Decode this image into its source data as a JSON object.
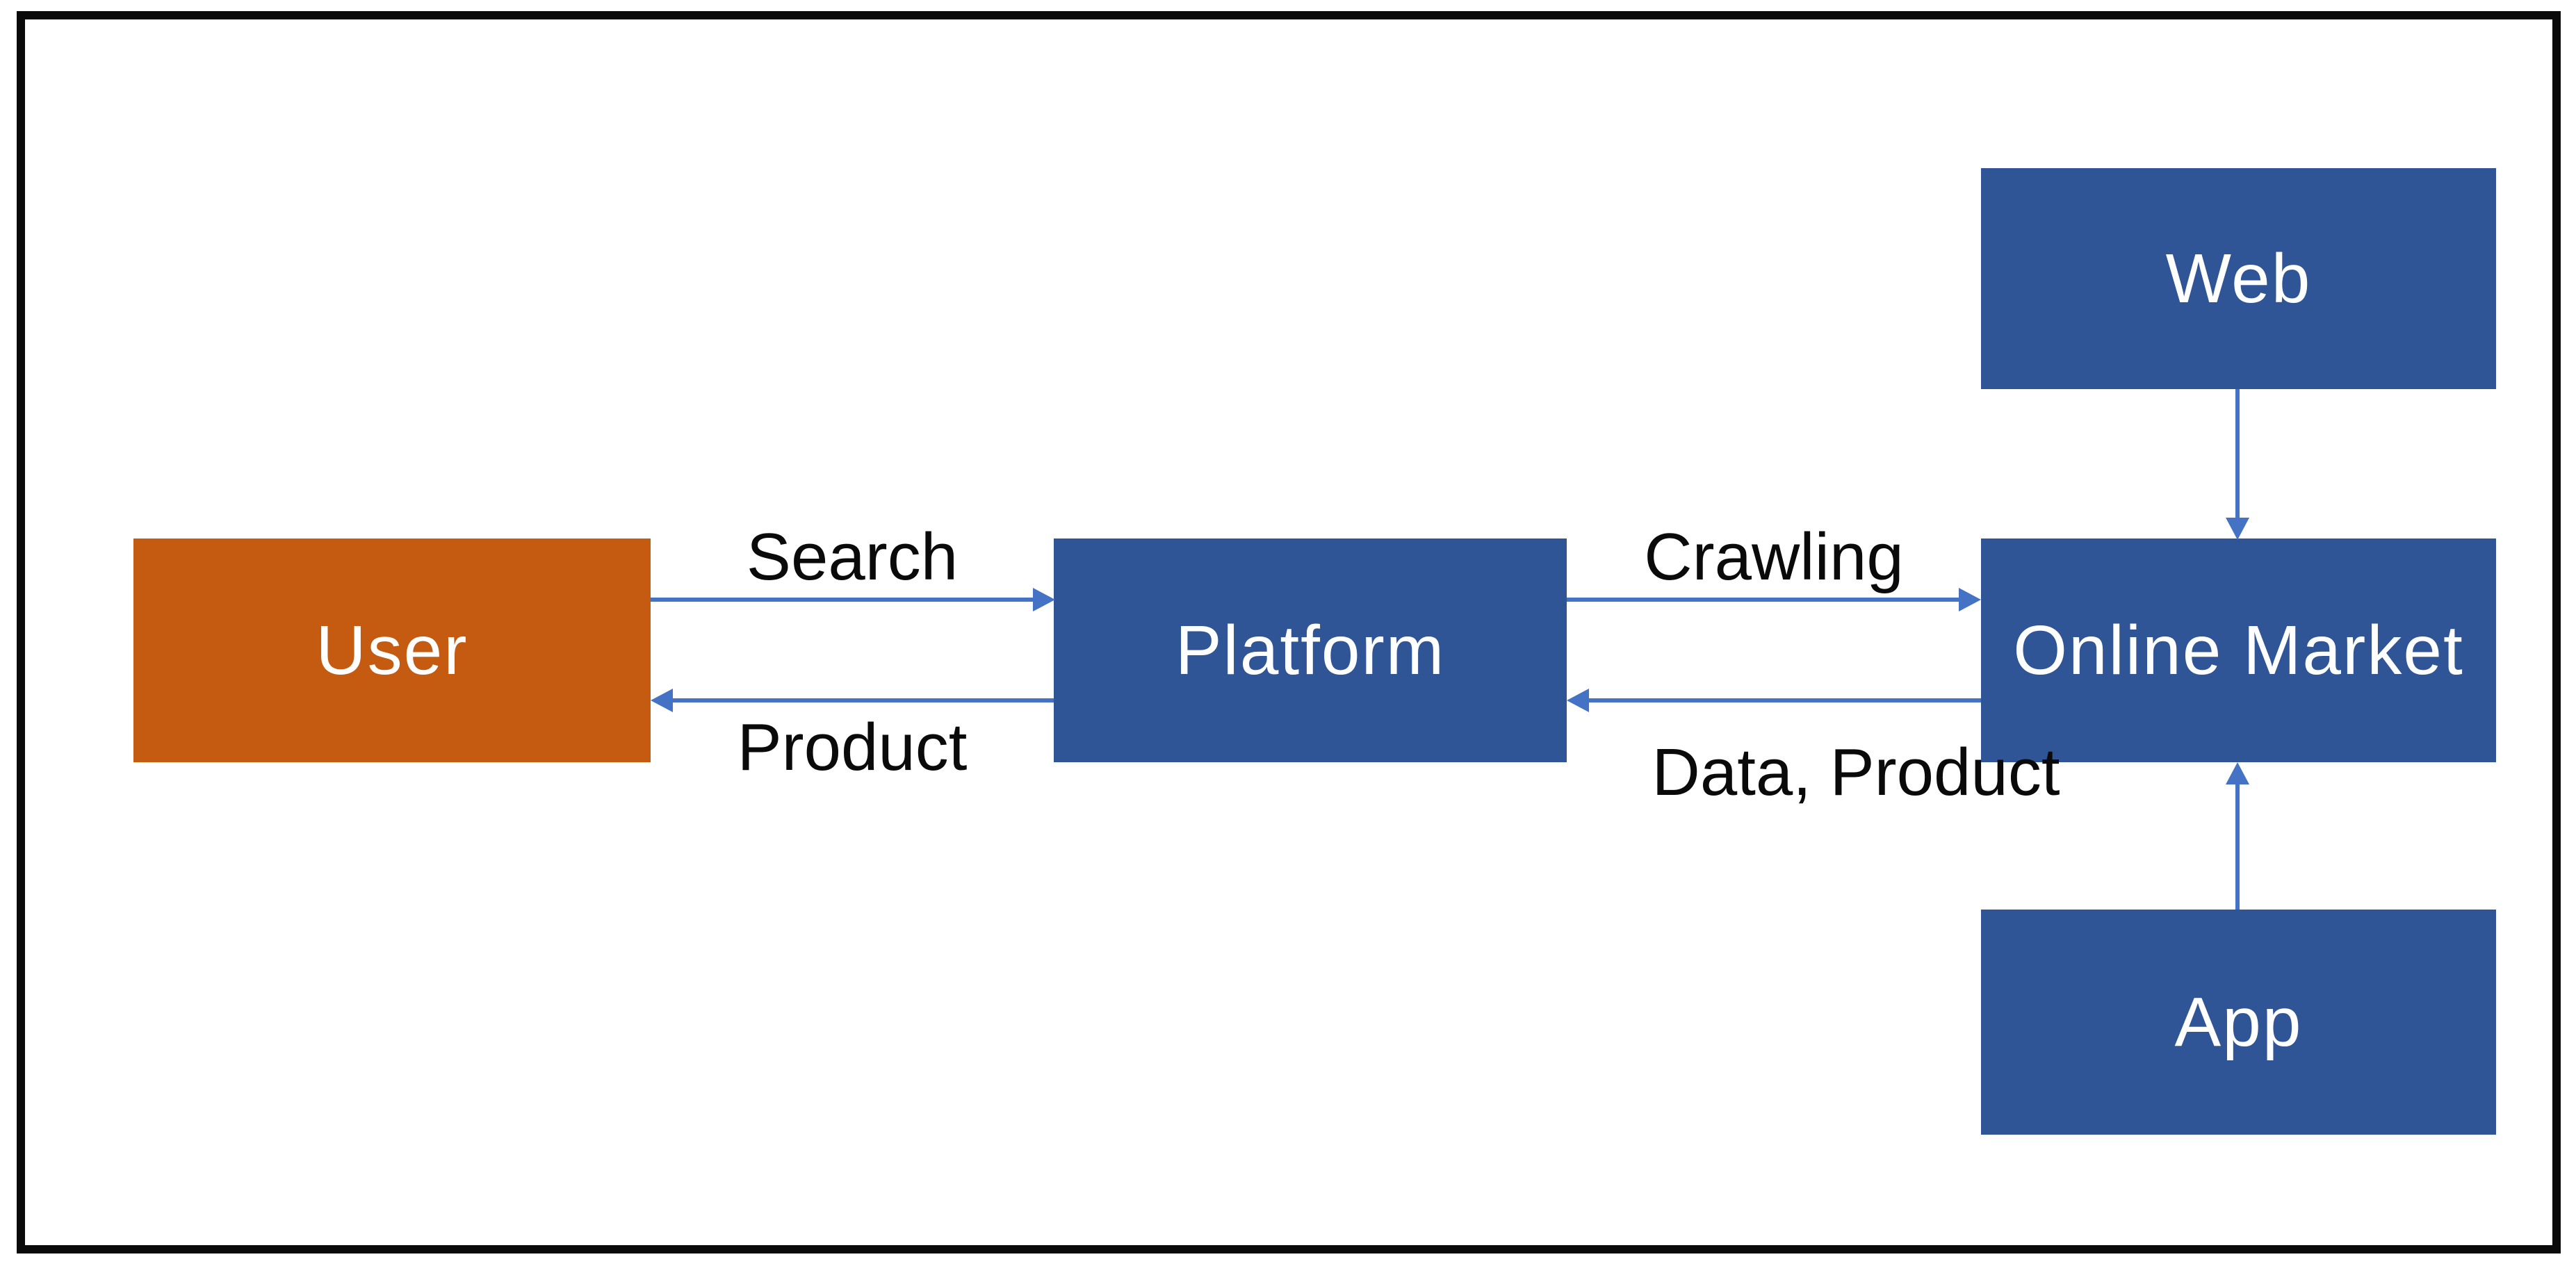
{
  "diagram": {
    "type": "flowchart",
    "colors": {
      "background": "#ffffff",
      "frame": "#0a0a0a",
      "box_blue": "#2F5597",
      "box_orange": "#C55A11",
      "arrow": "#4472C4",
      "node_text": "#ffffff",
      "edge_text": "#0a0a0a"
    },
    "nodes": [
      {
        "id": "user",
        "label": "User",
        "color": "#C55A11"
      },
      {
        "id": "platform",
        "label": "Platform",
        "color": "#2F5597"
      },
      {
        "id": "online-market",
        "label": "Online Market",
        "color": "#2F5597"
      },
      {
        "id": "web",
        "label": "Web",
        "color": "#2F5597"
      },
      {
        "id": "app",
        "label": "App",
        "color": "#2F5597"
      }
    ],
    "edges": [
      {
        "from": "user",
        "to": "platform",
        "label": "Search",
        "direction": "right"
      },
      {
        "from": "platform",
        "to": "user",
        "label": "Product",
        "direction": "left"
      },
      {
        "from": "platform",
        "to": "online-market",
        "label": "Crawling",
        "direction": "right"
      },
      {
        "from": "online-market",
        "to": "platform",
        "label": "Data, Product",
        "direction": "left"
      },
      {
        "from": "web",
        "to": "online-market",
        "label": "",
        "direction": "down"
      },
      {
        "from": "app",
        "to": "online-market",
        "label": "",
        "direction": "up"
      }
    ]
  }
}
